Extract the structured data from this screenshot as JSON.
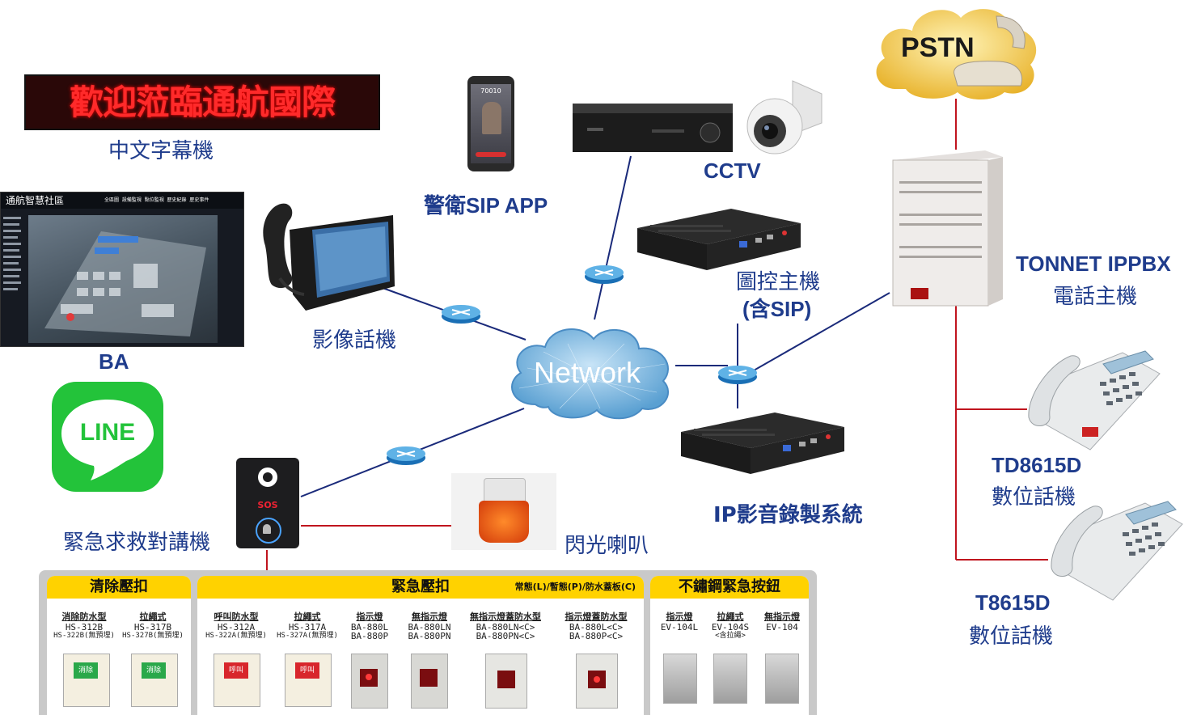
{
  "network": {
    "label": "Network"
  },
  "led_sign": {
    "text": "歡迎蒞臨通航國際"
  },
  "labels": {
    "led": "中文字幕機",
    "ba": "BA",
    "video_phone": "影像話機",
    "guard_app": "警衛SIP APP",
    "cctv": "CCTV",
    "map_host_1": "圖控主機",
    "map_host_2": "(含SIP)",
    "ippbx_1": "TONNET IPPBX",
    "ippbx_2": "電話主機",
    "recorder": "IP影音錄製系統",
    "intercom": "緊急求救對講機",
    "strobe": "閃光喇叭",
    "phone1_model": "TD8615D",
    "phone1_desc": "數位話機",
    "phone2_model": "T8615D",
    "phone2_desc": "數位話機"
  },
  "pstn": {
    "text": "PSTN"
  },
  "line": {
    "text": "LINE"
  },
  "ba_screen": {
    "brand": "通航智慧社區",
    "menu": [
      "全區圖",
      "設備監視",
      "點位監視",
      "歷史紀錄",
      "歷史事件"
    ]
  },
  "phone_app": {
    "number": "70010"
  },
  "intercom_device": {
    "sos": "SOS"
  },
  "panel": {
    "clear": {
      "title": "清除壓扣",
      "items": [
        {
          "type": "消除防水型",
          "m1": "HS-312B",
          "m2": "HS-322B(無預埋)",
          "btn": "消除"
        },
        {
          "type": "拉繩式",
          "m1": "HS-317B",
          "m2": "HS-327B(無預埋)",
          "btn": "消除"
        }
      ]
    },
    "emergency": {
      "title": "緊急壓扣",
      "note": "常態(L)/暫態(P)/防水蓋板(C)",
      "items": [
        {
          "type": "呼叫防水型",
          "m1": "HS-312A",
          "m2": "HS-322A(無預埋)",
          "btn": "呼叫"
        },
        {
          "type": "拉繩式",
          "m1": "HS-317A",
          "m2": "HS-327A(無預埋)",
          "btn": "呼叫"
        },
        {
          "type": "指示燈",
          "m1": "BA-880L",
          "m2": "BA-880P"
        },
        {
          "type": "無指示燈",
          "m1": "BA-880LN",
          "m2": "BA-880PN"
        },
        {
          "type": "無指示燈蓋防水型",
          "m1": "BA-880LN<C>",
          "m2": "BA-880PN<C>"
        },
        {
          "type": "指示燈蓋防水型",
          "m1": "BA-880L<C>",
          "m2": "BA-880P<C>"
        }
      ]
    },
    "stainless": {
      "title": "不鏽鋼緊急按鈕",
      "items": [
        {
          "type": "指示燈",
          "m1": "EV-104L",
          "m2": ""
        },
        {
          "type": "拉繩式",
          "m1": "EV-104S",
          "m2": "<含拉繩>"
        },
        {
          "type": "無指示燈",
          "m1": "EV-104",
          "m2": ""
        }
      ]
    }
  },
  "colors": {
    "label": "#1f3c8c",
    "network_line": "#1a2a7a",
    "phone_line": "#c0141e",
    "panel_header": "#ffd200",
    "line_green": "#23c33a"
  }
}
